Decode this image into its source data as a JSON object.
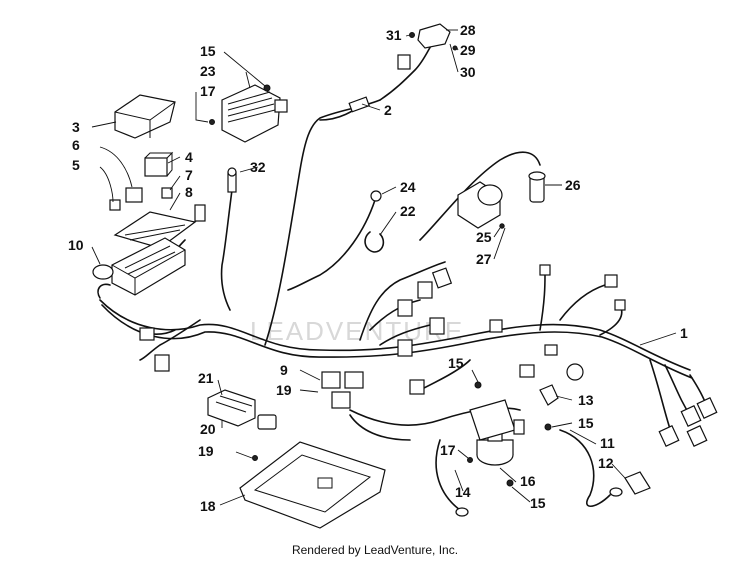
{
  "callouts": [
    "1",
    "2",
    "3",
    "4",
    "5",
    "6",
    "7",
    "8",
    "9",
    "10",
    "11",
    "12",
    "13",
    "14",
    "15",
    "15",
    "15",
    "15",
    "16",
    "17",
    "17",
    "18",
    "19",
    "19",
    "20",
    "21",
    "22",
    "23",
    "24",
    "25",
    "26",
    "27",
    "28",
    "29",
    "30",
    "31",
    "32"
  ],
  "watermark": "LEADVENTURE",
  "footer": "Rendered by LeadVenture, Inc."
}
